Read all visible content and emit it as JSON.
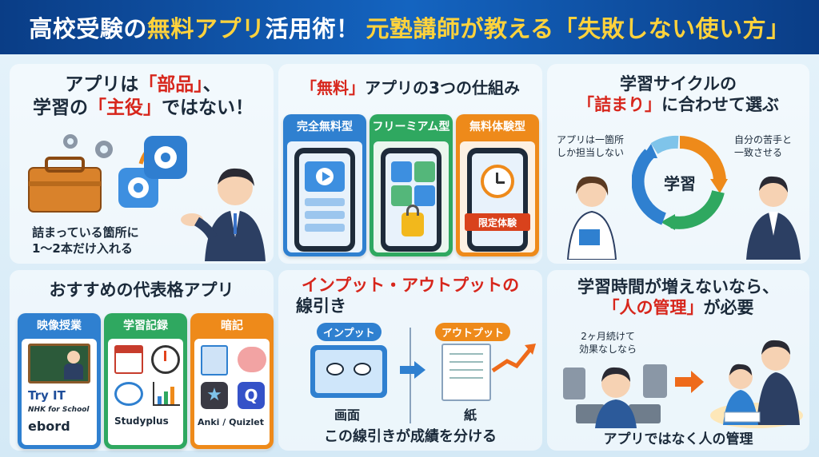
{
  "banner": {
    "part1": "高校受験の",
    "part2": "無料アプリ",
    "part3": "活用術！",
    "part4": "元塾講師が教える「失敗しない使い方」"
  },
  "sec1": {
    "line1_a": "アプリは",
    "line1_b": "「部品」",
    "line1_c": "、",
    "line2_a": "学習の",
    "line2_b": "「主役」",
    "line2_c": "ではない！",
    "note1": "詰まっている箇所に",
    "note2": "1〜2本だけ入れる"
  },
  "sec2": {
    "title_a": "「無料」",
    "title_b": "アプリの3つの仕組み",
    "cards": [
      {
        "label": "完全無料型",
        "color": "#2f80d0"
      },
      {
        "label": "フリーミアム型",
        "color": "#2fa860"
      },
      {
        "label": "無料体験型",
        "color": "#ee8a1a"
      }
    ],
    "limited": "限定体験"
  },
  "sec3": {
    "title1": "学習サイクルの",
    "title2_a": "「詰まり」",
    "title2_b": "に合わせて選ぶ",
    "left1": "アプリは一箇所",
    "left2": "しか担当しない",
    "right1": "自分の苦手と",
    "right2": "一致させる",
    "center": "学習"
  },
  "sec4": {
    "title": "おすすめの代表格アプリ",
    "cards": [
      {
        "label": "映像授業",
        "color": "#2f80d0"
      },
      {
        "label": "学習記録",
        "color": "#2fa860"
      },
      {
        "label": "暗記",
        "color": "#ee8a1a"
      }
    ],
    "tryit": "Try IT",
    "nhk": "NHK for School",
    "eboard": "ebord",
    "studyplus": "Studyplus",
    "anki": "Anki / Quizlet"
  },
  "sec5": {
    "title1": "インプット・アウトプットの",
    "title2": "線引き",
    "tag_in": "インプット",
    "tag_out": "アウトプット",
    "screen": "画面",
    "paper": "紙",
    "caption": "この線引きが成績を分ける"
  },
  "sec6": {
    "title1": "学習時間が増えないなら、",
    "title2_a": "「人の管理」",
    "title2_b": "が必要",
    "bubble1": "2ヶ月続けて",
    "bubble2": "効果なしなら",
    "caption": "アプリではなく人の管理"
  }
}
